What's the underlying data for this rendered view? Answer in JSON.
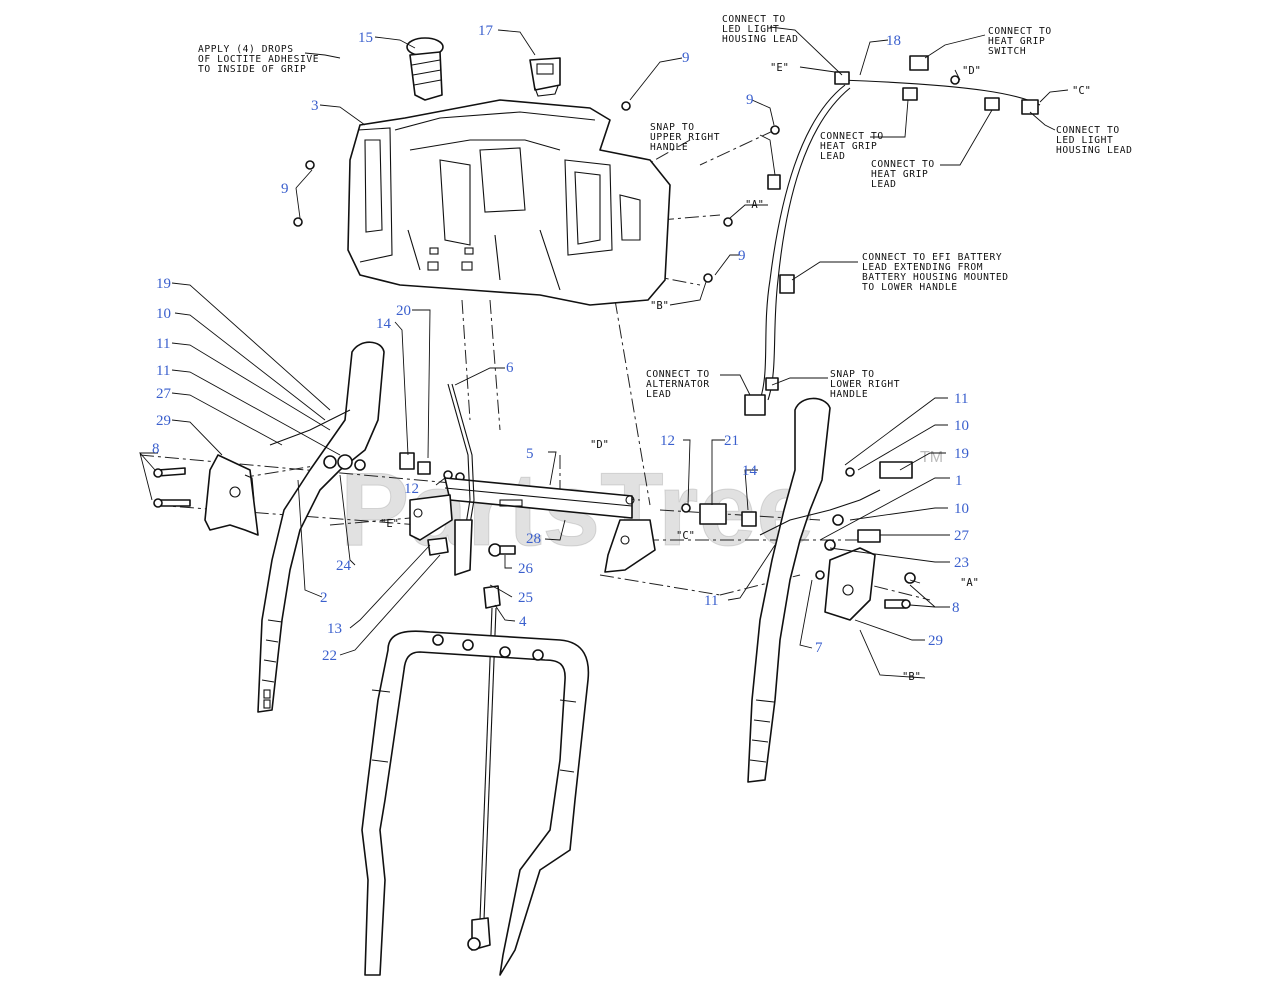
{
  "watermark": {
    "text": "PartsTree",
    "tm": "TM"
  },
  "callouts": [
    {
      "id": "c15",
      "text": "15"
    },
    {
      "id": "c17",
      "text": "17"
    },
    {
      "id": "c9a",
      "text": "9"
    },
    {
      "id": "c3",
      "text": "3"
    },
    {
      "id": "c9b",
      "text": "9"
    },
    {
      "id": "c9c",
      "text": "9"
    },
    {
      "id": "c18",
      "text": "18"
    },
    {
      "id": "c9d",
      "text": "9"
    },
    {
      "id": "c19a",
      "text": "19"
    },
    {
      "id": "c10a",
      "text": "10"
    },
    {
      "id": "c11a",
      "text": "11"
    },
    {
      "id": "c11b",
      "text": "11"
    },
    {
      "id": "c27a",
      "text": "27"
    },
    {
      "id": "c29a",
      "text": "29"
    },
    {
      "id": "c8a",
      "text": "8"
    },
    {
      "id": "c14a",
      "text": "14"
    },
    {
      "id": "c20",
      "text": "20"
    },
    {
      "id": "c6",
      "text": "6"
    },
    {
      "id": "c5",
      "text": "5"
    },
    {
      "id": "c12a",
      "text": "12"
    },
    {
      "id": "c21",
      "text": "21"
    },
    {
      "id": "c14b",
      "text": "14"
    },
    {
      "id": "c11c",
      "text": "11"
    },
    {
      "id": "c10b",
      "text": "10"
    },
    {
      "id": "c19b",
      "text": "19"
    },
    {
      "id": "c1",
      "text": "1"
    },
    {
      "id": "c10c",
      "text": "10"
    },
    {
      "id": "c27b",
      "text": "27"
    },
    {
      "id": "c23",
      "text": "23"
    },
    {
      "id": "c12b",
      "text": "12"
    },
    {
      "id": "c28",
      "text": "28"
    },
    {
      "id": "c26",
      "text": "26"
    },
    {
      "id": "c24",
      "text": "24"
    },
    {
      "id": "c2",
      "text": "2"
    },
    {
      "id": "c25",
      "text": "25"
    },
    {
      "id": "c13",
      "text": "13"
    },
    {
      "id": "c4",
      "text": "4"
    },
    {
      "id": "c22",
      "text": "22"
    },
    {
      "id": "c11d",
      "text": "11"
    },
    {
      "id": "c7",
      "text": "7"
    },
    {
      "id": "c8b",
      "text": "8"
    },
    {
      "id": "c29b",
      "text": "29"
    }
  ],
  "ref_labels": {
    "E_top": "\"E\"",
    "D_top": "\"D\"",
    "C_top": "\"C\"",
    "A_top": "\"A\"",
    "B_top": "\"B\"",
    "D_mid": "\"D\"",
    "E_mid": "\"E\"",
    "C_mid": "\"C\"",
    "A_right": "\"A\"",
    "B_right": "\"B\""
  },
  "notes": {
    "loctite": [
      "APPLY (4) DROPS",
      "OF LOCTITE ADHESIVE",
      "TO INSIDE OF GRIP"
    ],
    "led_left": [
      "CONNECT TO",
      "LED LIGHT",
      "HOUSING LEAD"
    ],
    "heat_switch": [
      "CONNECT TO",
      "HEAT GRIP",
      "SWITCH"
    ],
    "led_right": [
      "CONNECT TO",
      "LED LIGHT",
      "HOUSING LEAD"
    ],
    "snap_upper": [
      "SNAP TO",
      "UPPER RIGHT",
      "HANDLE"
    ],
    "heat_lead_1": [
      "CONNECT TO",
      "HEAT GRIP",
      "LEAD"
    ],
    "heat_lead_2": [
      "CONNECT TO",
      "HEAT GRIP",
      "LEAD"
    ],
    "efi": [
      "CONNECT TO EFI BATTERY",
      "LEAD EXTENDING FROM",
      "BATTERY HOUSING MOUNTED",
      "TO LOWER HANDLE"
    ],
    "alternator": [
      "CONNECT TO",
      "ALTERNATOR",
      "LEAD"
    ],
    "snap_lower": [
      "SNAP TO",
      "LOWER RIGHT",
      "HANDLE"
    ]
  }
}
